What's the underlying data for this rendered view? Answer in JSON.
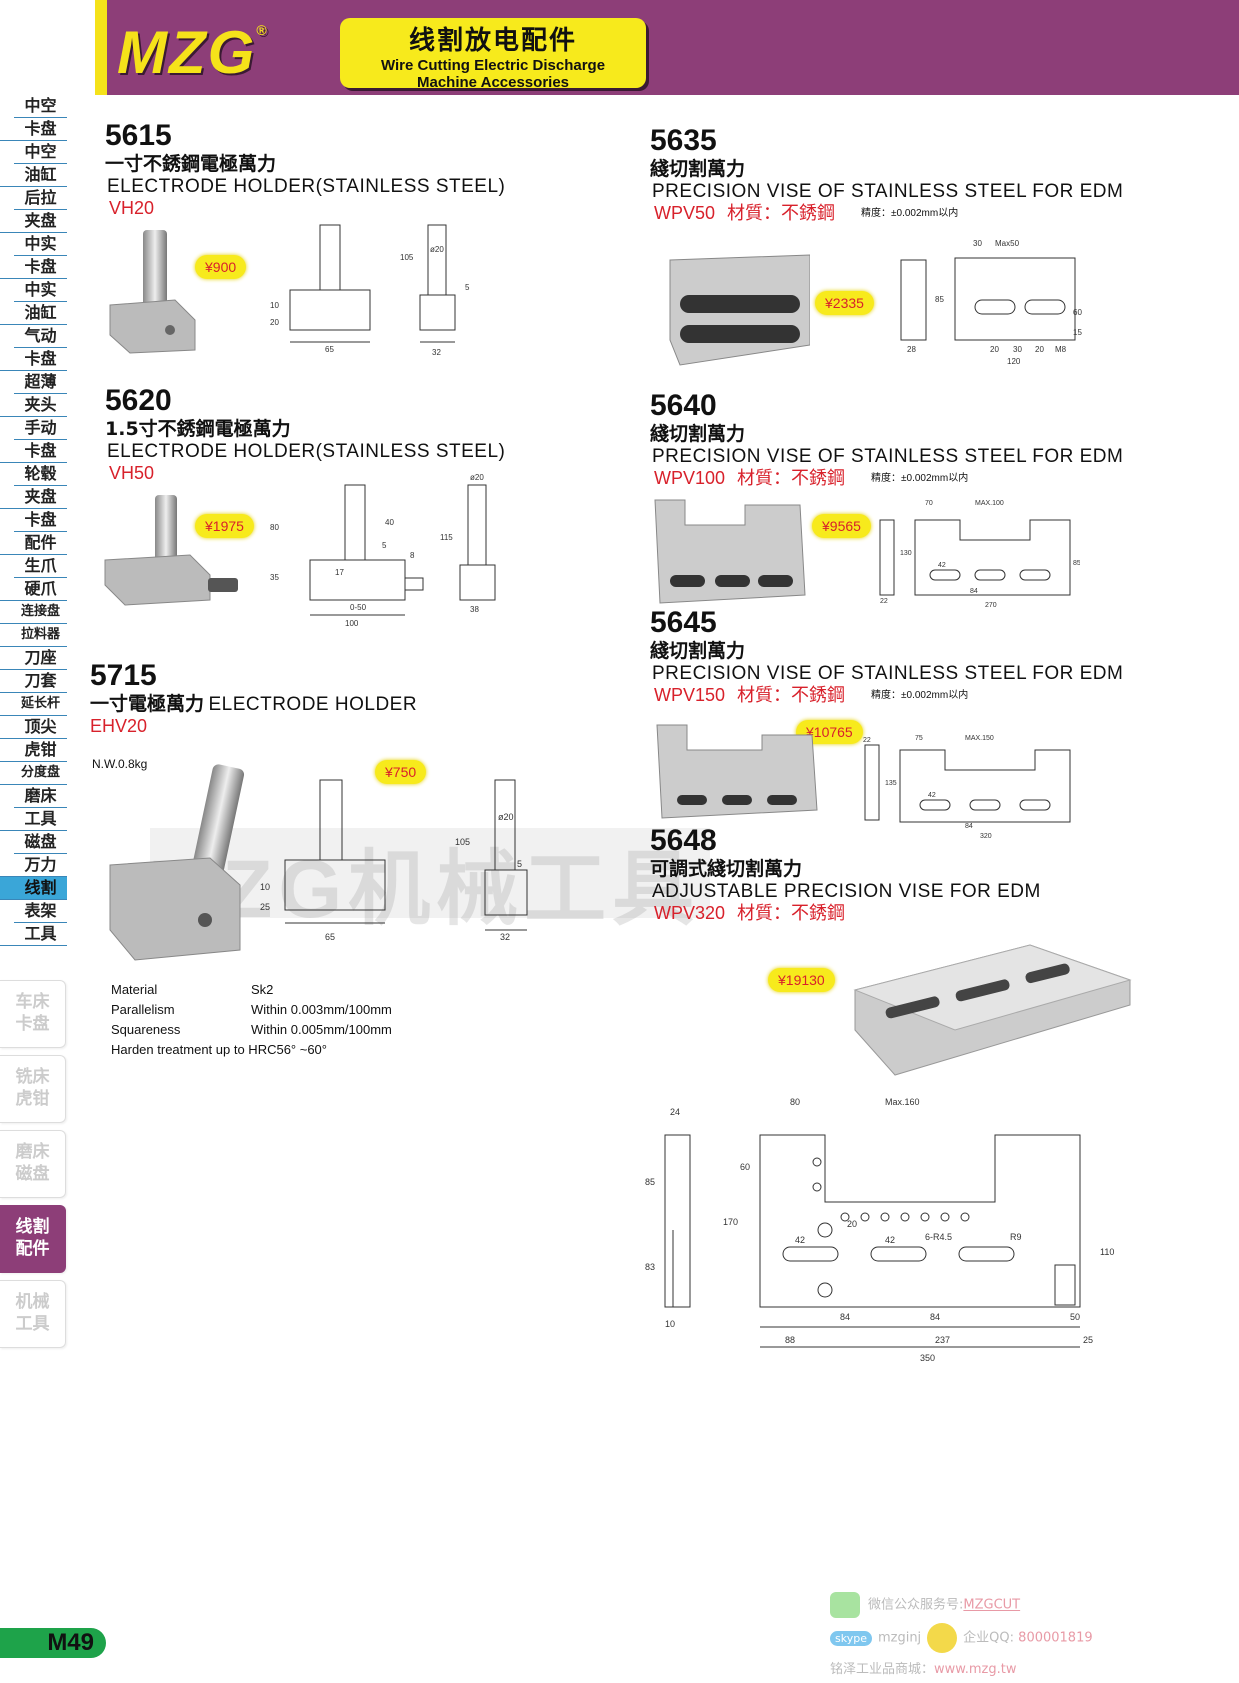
{
  "header": {
    "logo": "MZG",
    "logo_mark": "®",
    "title_cn": "线割放电配件",
    "title_en_1": "Wire Cutting Electric Discharge",
    "title_en_2": "Machine Accessories"
  },
  "sidebar": {
    "items": [
      {
        "label": "中空\n卡盘"
      },
      {
        "label": "中空\n油缸"
      },
      {
        "label": "后拉\n夹盘"
      },
      {
        "label": "中实\n卡盘"
      },
      {
        "label": "中实\n油缸"
      },
      {
        "label": "气动\n卡盘"
      },
      {
        "label": "超薄\n夹头"
      },
      {
        "label": "手动\n卡盘"
      },
      {
        "label": "轮毂\n夹盘"
      },
      {
        "label": "卡盘\n配件"
      },
      {
        "label": "生爪\n硬爪"
      },
      {
        "label": "连接盘"
      },
      {
        "label": "拉料器"
      },
      {
        "label": "刀座"
      },
      {
        "label": "刀套"
      },
      {
        "label": "延长杆"
      },
      {
        "label": "顶尖"
      },
      {
        "label": "虎钳"
      },
      {
        "label": "分度盘"
      },
      {
        "label": "磨床\n工具"
      },
      {
        "label": "磁盘\n万力"
      },
      {
        "label": "线割"
      },
      {
        "label": "表架\n工具"
      }
    ],
    "tabs": [
      {
        "label": "车床\n卡盘"
      },
      {
        "label": "铣床\n虎钳"
      },
      {
        "label": "磨床\n磁盘"
      },
      {
        "label": "线割\n配件"
      },
      {
        "label": "机械\n工具"
      }
    ]
  },
  "products": {
    "p5615": {
      "number": "5615",
      "cn": "一寸不銹鋼電極萬力",
      "en": "ELECTRODE HOLDER(STAINLESS STEEL)",
      "model": "VH20",
      "price": "¥900"
    },
    "p5620": {
      "number": "5620",
      "cn": "1.5寸不銹鋼電極萬力",
      "en": "ELECTRODE HOLDER(STAINLESS STEEL)",
      "model": "VH50",
      "price": "¥1975"
    },
    "p5715": {
      "number": "5715",
      "cn": "一寸電極萬力",
      "en": "ELECTRODE HOLDER",
      "model": "EHV20",
      "price": "¥750",
      "weight": "N.W.0.8kg"
    },
    "p5635": {
      "number": "5635",
      "cn": "綫切割萬力",
      "en": "PRECISION VISE OF STAINLESS STEEL FOR EDM",
      "model": "WPV50",
      "material": "材質：不銹鋼",
      "accuracy": "精度：±0.002mm以内",
      "price": "¥2335"
    },
    "p5640": {
      "number": "5640",
      "cn": "綫切割萬力",
      "en": "PRECISION VISE OF STAINLESS STEEL FOR EDM",
      "model": "WPV100",
      "material": "材質：不銹鋼",
      "accuracy": "精度：±0.002mm以内",
      "price": "¥9565"
    },
    "p5645": {
      "number": "5645",
      "cn": "綫切割萬力",
      "en": "PRECISION VISE OF STAINLESS STEEL FOR EDM",
      "model": "WPV150",
      "material": "材質：不銹鋼",
      "accuracy": "精度：±0.002mm以内",
      "price": "¥10765"
    },
    "p5648": {
      "number": "5648",
      "cn": "可調式綫切割萬力",
      "en": "ADJUSTABLE PRECISION VISE FOR EDM",
      "model": "WPV320",
      "material": "材質：不銹鋼",
      "price": "¥19130"
    }
  },
  "specs": [
    {
      "label": "Material",
      "value": "Sk2"
    },
    {
      "label": "Parallelism",
      "value": "Within 0.003mm/100mm"
    },
    {
      "label": "Squareness",
      "value": "Within 0.005mm/100mm"
    },
    {
      "label": "Harden treatment up to HRC56°  ~60°",
      "value": ""
    }
  ],
  "dims": {
    "d5615": [
      "65",
      "10",
      "20",
      "105",
      "ø20",
      "5",
      "32"
    ],
    "d5620": [
      "80",
      "35",
      "40",
      "5",
      "17",
      "8",
      "0-50",
      "100",
      "115",
      "ø20",
      "38"
    ],
    "d5715": [
      "10",
      "25",
      "65",
      "105",
      "ø20",
      "5",
      "32"
    ],
    "d5635": [
      "30",
      "Max50",
      "85",
      "60",
      "15",
      "28",
      "20",
      "30",
      "20",
      "M8",
      "120"
    ],
    "d5640": [
      "70",
      "MAX.100",
      "130",
      "42",
      "84",
      "270",
      "85",
      "22"
    ],
    "d5645": [
      "75",
      "MAX.150",
      "135",
      "42",
      "84",
      "320",
      "22"
    ],
    "d5648": [
      "24",
      "85",
      "83",
      "170",
      "10",
      "80",
      "Max.160",
      "60",
      "20",
      "42",
      "6-R4.5",
      "R9",
      "42",
      "84",
      "84",
      "50",
      "110",
      "88",
      "237",
      "25",
      "350"
    ]
  },
  "watermark": "MZG机械工具",
  "page_number": "M49",
  "footer": {
    "wechat_label": "微信公众服务号:",
    "wechat_id": "MZGCUT",
    "skype_label": "skype",
    "skype_id": "mzginj",
    "qq_label": "企业QQ:",
    "qq_id": "800001819",
    "shop_label": "铭泽工业品商城：",
    "shop_url": "www.mzg.tw"
  },
  "colors": {
    "header": "#8d3e78",
    "accent_yellow": "#f5e21a",
    "model_red": "#d8212b",
    "page_green": "#1ea34a",
    "active_blue": "#3aa6d8"
  }
}
